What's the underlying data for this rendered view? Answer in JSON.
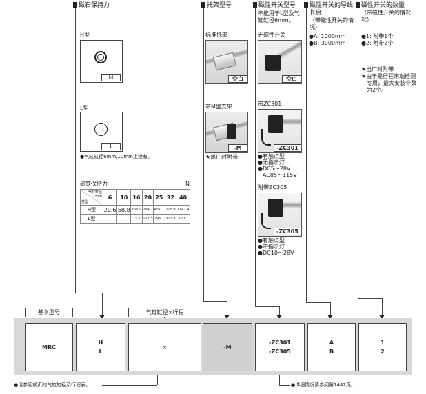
{
  "headers": {
    "magnet": "磁石保持力",
    "bracket": "托架型号",
    "switch": "磁性开关型号",
    "lead_line1": "磁性开关的导线",
    "lead_line2": "长度",
    "lead_sub1": "（带磁性开关的情",
    "lead_sub2": "况）",
    "qty": "磁性开关的数量",
    "qty_sub1": "（带磁性开关的情况",
    "qty_sub2": "况）"
  },
  "magnet": {
    "h_label": "H型",
    "h_code": "H",
    "l_label": "L型",
    "l_code": "L",
    "l_note": "●气缸缸径6mm,10mm上没有。",
    "table_title": "磁铁保持力",
    "table_unit": "N",
    "table_corner_top": "气缸缸径",
    "table_corner_unit": "mm",
    "table_corner_bottom": "类型",
    "table_cols": [
      "6",
      "10",
      "16",
      "20",
      "25",
      "32",
      "40"
    ],
    "table_rows": [
      {
        "type": "H型",
        "cells": [
          "20.6",
          "58.8",
          "156.9",
          "294.2",
          "451.1",
          "715.9",
          "1147.4"
        ]
      },
      {
        "type": "L型",
        "cells": [
          "—",
          "—",
          "73.5",
          "127.5",
          "196.1",
          "313.8",
          "500.1"
        ]
      }
    ]
  },
  "bracket": {
    "std_label": "标准托架",
    "std_code": "空白",
    "m_label": "带M型支架",
    "m_code": "-M",
    "m_note": "★出厂时附带"
  },
  "switch": {
    "note1": "不能用于L型及气",
    "note2": "缸缸径6mm。",
    "none_label": "无磁性开关",
    "none_code": "空白",
    "zc301_label": "带ZC301",
    "zc301_code": "-ZC301",
    "zc301_specs": [
      "●有触点型",
      "●无指示灯",
      "●DC5～28V",
      "AC85～115V"
    ],
    "zc305_label": "附带ZC305",
    "zc305_code": "-ZC305",
    "zc305_specs": [
      "●有触点型",
      "●带指示灯",
      "●DC10～28V"
    ]
  },
  "lead": {
    "a": "●A:  1000mm",
    "b": "●B:  3000mm"
  },
  "qty": {
    "one": "●1:  附带1个",
    "two": "●2:  附带2个",
    "note1": "★出厂时附带",
    "note2": "★由于是行程末端检测",
    "note3": "专用，最大安装个数",
    "note4": "为2个。"
  },
  "bottom": {
    "basic_label": "基本型号",
    "stroke_label": "气缸缸径×行程",
    "mrc": "MRC",
    "hl_1": "H",
    "hl_2": "L",
    "times": "×",
    "m": "-M",
    "zc_1": "-ZC301",
    "zc_2": "-ZC305",
    "ab_1": "A",
    "ab_2": "B",
    "n_1": "1",
    "n_2": "2",
    "footnote_left": "●请参阅前页的气缸缸径及行程表。",
    "footnote_right": "●详细情况请参阅第1441页。"
  }
}
